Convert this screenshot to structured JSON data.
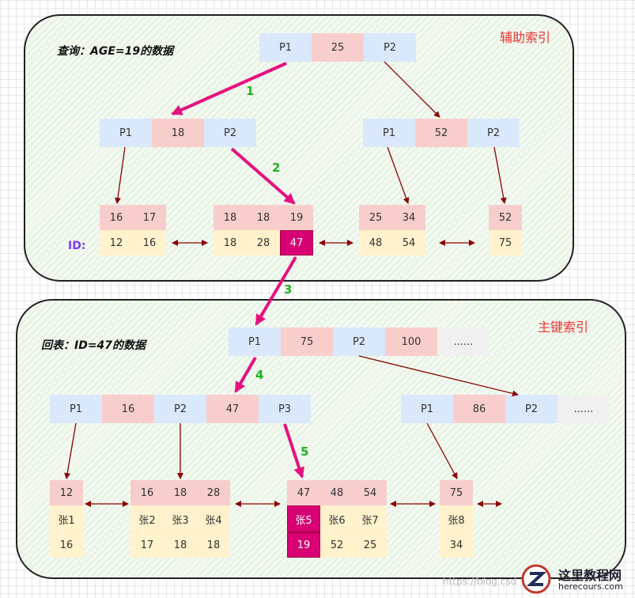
{
  "top": {
    "title": "辅助索引",
    "query": "查询：AGE=19的数据",
    "id_label": "ID:"
  },
  "bottom": {
    "title": "主键索引",
    "query": "回表：ID=47的数据"
  },
  "steps": [
    "1",
    "2",
    "3",
    "4",
    "5"
  ],
  "top_root": [
    "P1",
    "25",
    "P2"
  ],
  "top_mid_left": [
    "P1",
    "18",
    "P2"
  ],
  "top_mid_right": [
    "P1",
    "52",
    "P2"
  ],
  "top_leaves": {
    "l1": {
      "keys": [
        "16",
        "17"
      ],
      "ids": [
        "12",
        "16"
      ]
    },
    "l2": {
      "keys": [
        "18",
        "18",
        "19"
      ],
      "ids": [
        "18",
        "28",
        "47"
      ]
    },
    "l3": {
      "keys": [
        "25",
        "34"
      ],
      "ids": [
        "48",
        "54"
      ]
    },
    "l4": {
      "keys": [
        "52"
      ],
      "ids": [
        "75"
      ]
    }
  },
  "bot_root": [
    "P1",
    "75",
    "P2",
    "100",
    "......"
  ],
  "bot_mid_left": [
    "P1",
    "16",
    "P2",
    "47",
    "P3"
  ],
  "bot_mid_right": [
    "P1",
    "86",
    "P2",
    "......"
  ],
  "bot_leaves": {
    "l1": {
      "ids": [
        "12"
      ],
      "names": [
        "张1"
      ],
      "ages": [
        "16"
      ]
    },
    "l2": {
      "ids": [
        "16",
        "18",
        "28"
      ],
      "names": [
        "张2",
        "张3",
        "张4"
      ],
      "ages": [
        "17",
        "18",
        "18"
      ]
    },
    "l3": {
      "ids": [
        "47",
        "48",
        "54"
      ],
      "names": [
        "张5",
        "张6",
        "张7"
      ],
      "ages": [
        "19",
        "52",
        "25"
      ]
    },
    "l4": {
      "ids": [
        "75"
      ],
      "names": [
        "张8"
      ],
      "ages": [
        "34"
      ]
    }
  },
  "watermark": {
    "site": "这里教程网",
    "url": "herecours.com",
    "blog": "https://blog.csd"
  },
  "colors": {
    "highlight": "#d80073",
    "arrow_pink": "#e6117f",
    "arrow_dark": "#8b0000",
    "step_green": "#1db31d"
  }
}
